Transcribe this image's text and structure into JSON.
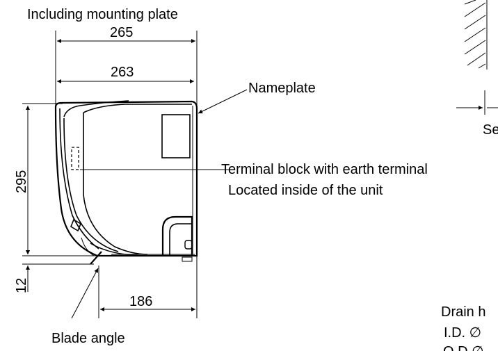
{
  "labels": {
    "mounting_plate": "Including mounting plate",
    "nameplate": "Nameplate",
    "terminal_block": "Terminal block with earth terminal",
    "located_inside": "Located inside of the unit",
    "blade_angle": "Blade angle",
    "drain_partial": "Drain h",
    "id_partial": "I.D. ∅",
    "od_partial": "O.D.∅",
    "section_partial": "Se"
  },
  "dimensions": {
    "width_with_plate": "265",
    "width": "263",
    "height": "295",
    "bottom_gap": "12",
    "blade_width": "186"
  }
}
